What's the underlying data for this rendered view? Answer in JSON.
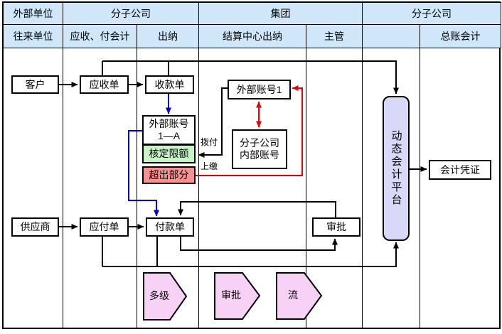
{
  "table": {
    "row1": [
      {
        "label": "外部单位"
      },
      {
        "label": "分子公司"
      },
      {
        "label": "集团"
      },
      {
        "label": "分子公司"
      }
    ],
    "row2": [
      {
        "label": "往来单位"
      },
      {
        "label": "应收、付会计"
      },
      {
        "label": "出纳"
      },
      {
        "label": "结算中心出纳"
      },
      {
        "label": "主管"
      },
      {
        "label": ""
      },
      {
        "label": "总账会计"
      }
    ]
  },
  "nodes": {
    "customer": {
      "label": "客户"
    },
    "receivable": {
      "label": "应收单"
    },
    "receipt": {
      "label": "收款单"
    },
    "external_account_1a": {
      "label": "外部账号\n1—A"
    },
    "approved_quota": {
      "label": "核定限额"
    },
    "excess": {
      "label": "超出部分"
    },
    "external_account_1": {
      "label": "外部账号1"
    },
    "internal_account": {
      "label": "分子公司\n内部账号"
    },
    "supplier": {
      "label": "供应商"
    },
    "payable": {
      "label": "应付单"
    },
    "payment": {
      "label": "付款单"
    },
    "approval": {
      "label": "审批"
    },
    "platform": {
      "label": "动态会计平台"
    },
    "voucher": {
      "label": "会计凭证"
    }
  },
  "edge_labels": {
    "allocate": "拨付",
    "remit": "上缴"
  },
  "pentagons": [
    {
      "label": "多级"
    },
    {
      "label": "审批"
    },
    {
      "label": "流"
    }
  ],
  "colors": {
    "header_bg": "#cfe7f8",
    "platform_bg": "#d8d8f8",
    "quota_bg": "#c8f5c8",
    "excess_bg": "#f89292",
    "pentagon_bg": "#f8d2f6",
    "arrow_blue": "#0000cc",
    "arrow_red": "#e80000",
    "line_black": "#000000"
  }
}
